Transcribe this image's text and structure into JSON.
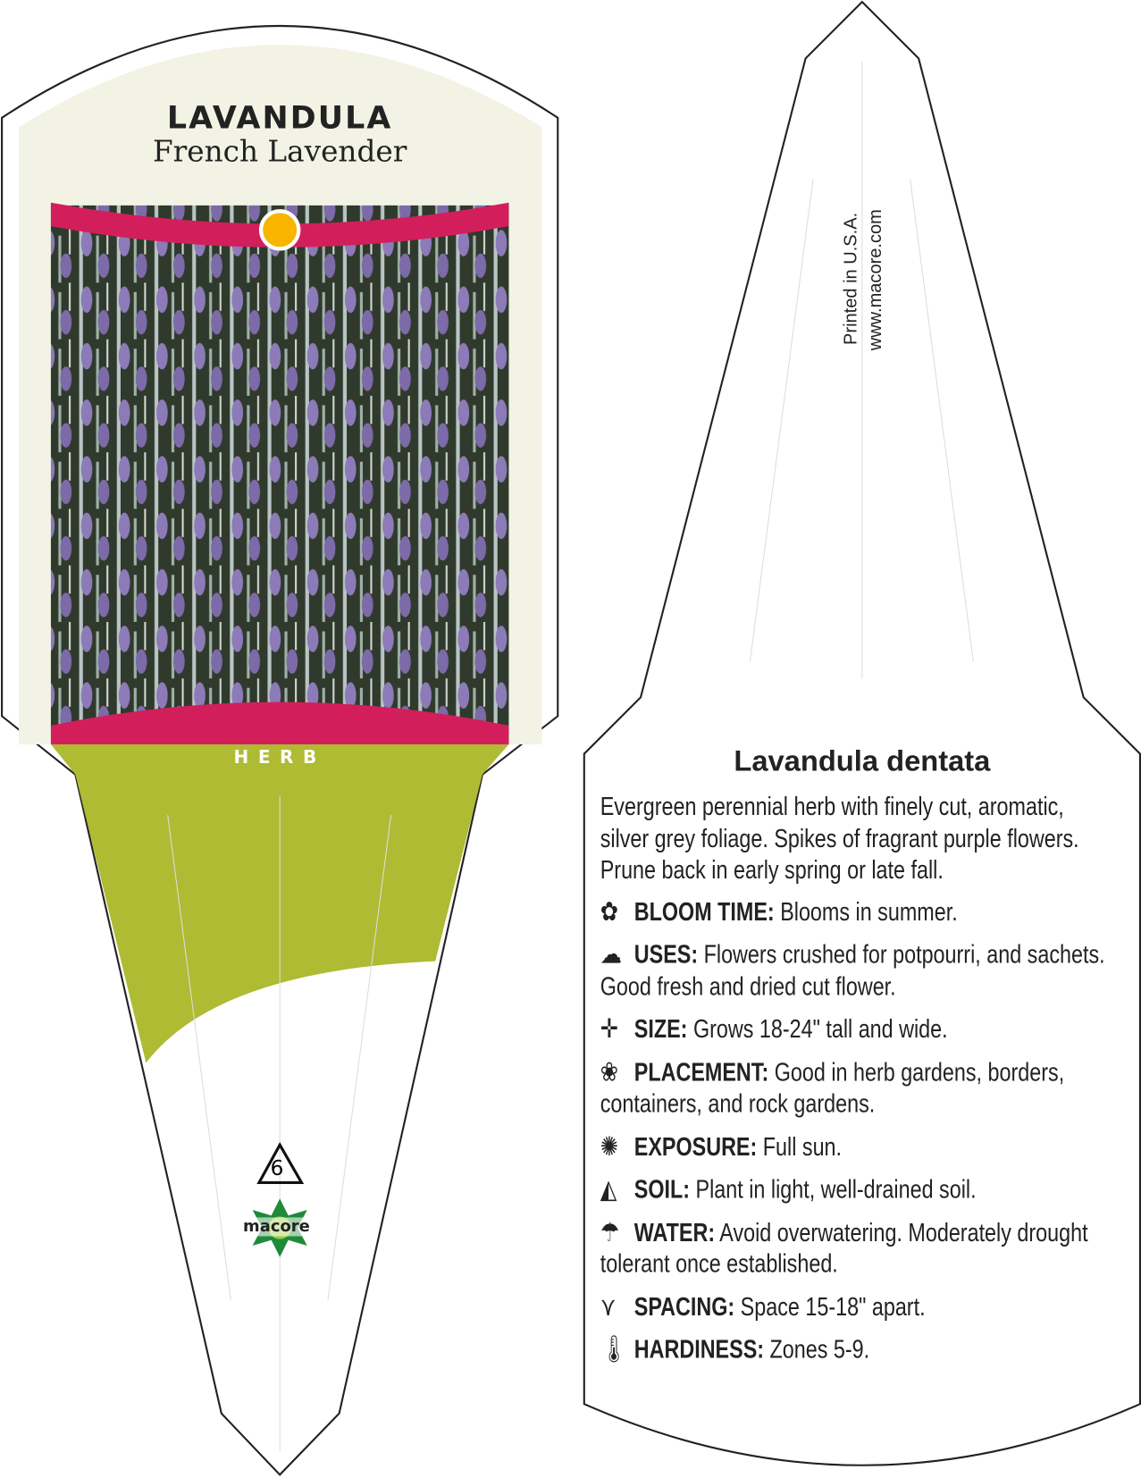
{
  "front": {
    "genus": "LAVANDULA",
    "common_name": "French Lavender",
    "category": "HERB",
    "recycle_code": "6",
    "logo": "macore"
  },
  "back": {
    "print_note": "Printed in U.S.A.",
    "website": "www.macore.com",
    "botanical_name": "Lavandula dentata",
    "description": "Evergreen perennial herb with finely cut, aromatic, silver grey foliage. Spikes of fragrant purple flowers. Prune back in early spring or late fall.",
    "attributes": [
      {
        "icon": "flower-icon",
        "label": "BLOOM TIME:",
        "text": "Blooms in summer."
      },
      {
        "icon": "chef-hat-icon",
        "label": "USES:",
        "text": "Flowers crushed for potpourri, and sachets. Good fresh and dried cut flower."
      },
      {
        "icon": "size-arrows-icon",
        "label": "SIZE:",
        "text": "Grows 18-24\" tall and wide."
      },
      {
        "icon": "plants-icon",
        "label": "PLACEMENT:",
        "text": "Good in herb gardens, borders, containers, and rock gardens."
      },
      {
        "icon": "sun-icon",
        "label": "EXPOSURE:",
        "text": "Full sun."
      },
      {
        "icon": "soil-icon",
        "label": "SOIL:",
        "text": "Plant in light, well-drained soil."
      },
      {
        "icon": "watering-can-icon",
        "label": "WATER:",
        "text": "Avoid overwatering. Moderately drought tolerant once established."
      },
      {
        "icon": "birds-icon",
        "label": "SPACING:",
        "text": "Space 15-18\" apart."
      },
      {
        "icon": "thermometer-icon",
        "label": "HARDINESS:",
        "text": "Zones 5-9."
      }
    ]
  },
  "colors": {
    "cream": "#f2f3e4",
    "magenta": "#d21f5c",
    "green": "#aebb33",
    "sun": "#f7b500"
  }
}
